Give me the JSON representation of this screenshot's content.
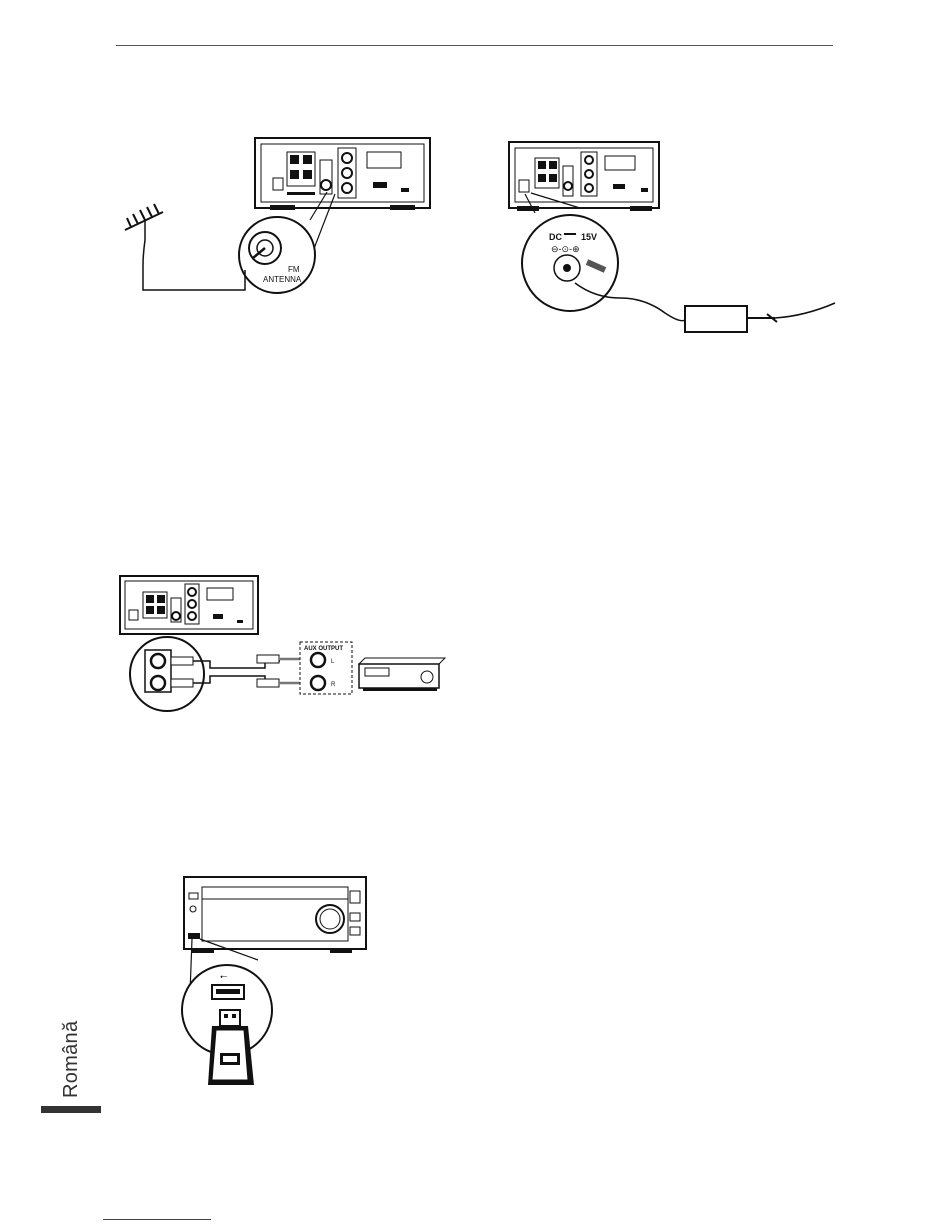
{
  "figures": {
    "antenna": {
      "label_fm": "FM",
      "label_antenna": "ANTENNA"
    },
    "power": {
      "label_dc": "DC",
      "label_voltage": "15V"
    },
    "aux": {
      "label_aux_output": "AUX OUTPUT",
      "label_l": "L",
      "label_r": "R"
    },
    "usb": {}
  },
  "sidebar": {
    "language": "Română"
  }
}
